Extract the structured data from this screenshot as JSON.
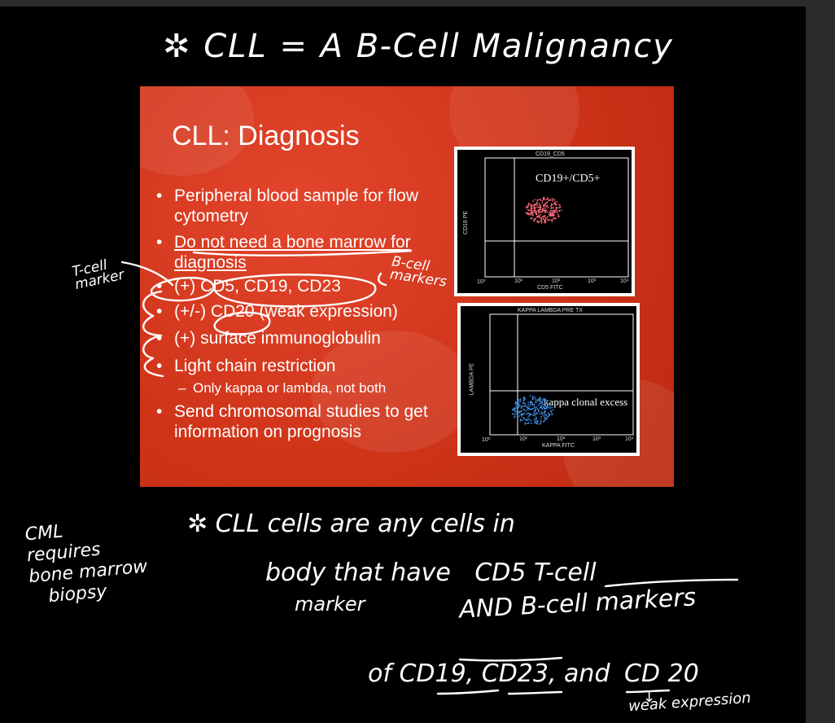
{
  "notes": {
    "title": "✲ CLL = A B-Cell Malignancy",
    "tcell": [
      "T-cell",
      "marker"
    ],
    "bcell": [
      "B-cell",
      "markers"
    ],
    "cml": [
      "CML",
      "requires",
      "bone marrow",
      "biopsy"
    ],
    "cll_line1": "✲ CLL cells are any cells in",
    "cll_line2": "body that have",
    "cll_struck": "CD5 T-cell",
    "cll_marker": "marker",
    "cll_line3": "AND B-cell markers",
    "cll_line4_pre": "of CD19, CD23, and",
    "cll_cd20": "CD 20",
    "weak_expression": "weak expression",
    "arrow_glyph": "↓"
  },
  "slide": {
    "title": "CLL: Diagnosis",
    "bullets": [
      "Peripheral blood sample for flow cytometry",
      "Do not need a bone marrow for diagnosis",
      "(+) CD5, CD19, CD23",
      "(+/-) CD20 (weak expression)",
      "(+) surface immunoglobulin",
      "Light chain restriction",
      "Send chromosomal studies to get information on prognosis"
    ],
    "sub_bullet": "Only kappa or lambda, not both"
  },
  "plot1": {
    "header": "CD19_CD5",
    "label": "CD19+/CD5+",
    "xaxis": "CD5 FITC",
    "yaxis": "CD19 PE",
    "ticks": [
      "10⁰",
      "10¹",
      "10²",
      "10³",
      "10⁴"
    ]
  },
  "plot2": {
    "header": "KAPPA LAMBDA PRE TX",
    "label": "kappa clonal excess",
    "xaxis": "KAPPA FITC",
    "yaxis": "LAMBDA PE",
    "ticks": [
      "10⁰",
      "10¹",
      "10²",
      "10³",
      "10⁴"
    ]
  },
  "colors": {
    "slide": "#cf3419",
    "ink": "#ffffff",
    "dots1": "#ff6a7a",
    "dots2": "#3d8fe8"
  }
}
